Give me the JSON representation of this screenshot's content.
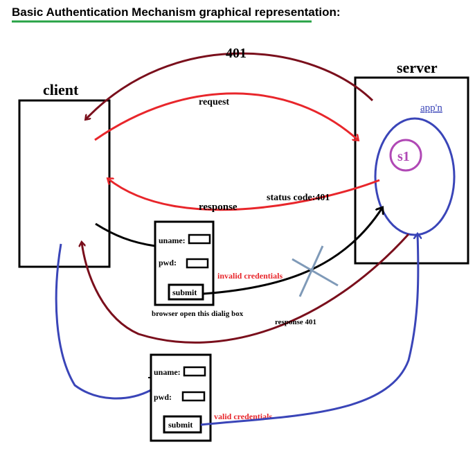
{
  "title": "Basic Authentication Mechanism graphical representation:",
  "nodes": {
    "client": "client",
    "server": "server",
    "app": "app'n",
    "servlet": "s1"
  },
  "edges": {
    "code_401_top": "401",
    "request": "request",
    "response": "response",
    "status_code": "status code:401",
    "invalid_credentials": "invalid credentials",
    "response_401": "response 401",
    "valid_credentials": "valid credentials"
  },
  "dialog_top": {
    "uname_label": "uname:",
    "pwd_label": "pwd:",
    "submit_label": "submit",
    "caption": "browser open this dialig box"
  },
  "dialog_bottom": {
    "uname_label": "uname:",
    "pwd_label": "pwd:",
    "submit_label": "submit"
  },
  "colors": {
    "dark_red": "#7a0f1c",
    "red": "#e8262b",
    "blue": "#3a45b8",
    "purple": "#b048b5",
    "steel_blue": "#7f9ab8",
    "title_underline": "#27a345"
  }
}
